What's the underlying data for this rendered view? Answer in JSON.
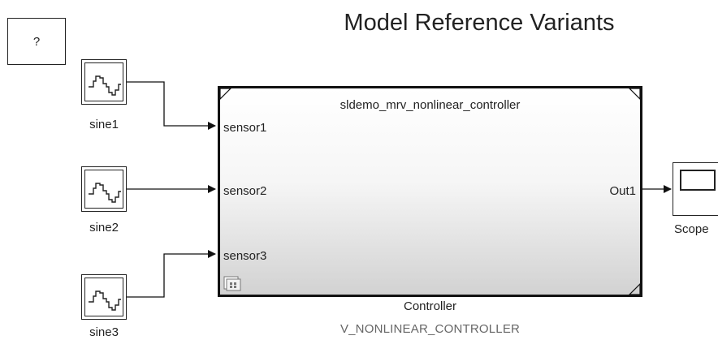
{
  "diagram": {
    "title": "Model Reference Variants",
    "help_block": {
      "label": "?"
    },
    "sources": [
      {
        "name": "sine1",
        "icon": "sine-wave-icon"
      },
      {
        "name": "sine2",
        "icon": "sine-wave-icon"
      },
      {
        "name": "sine3",
        "icon": "sine-wave-icon"
      }
    ],
    "controller": {
      "referenced_model": "sldemo_mrv_nonlinear_controller",
      "inports": [
        "sensor1",
        "sensor2",
        "sensor3"
      ],
      "outport": "Out1",
      "name": "Controller",
      "variant": "V_NONLINEAR_CONTROLLER",
      "icon": "model-reference-icon"
    },
    "scope": {
      "name": "Scope",
      "icon": "scope-screen-icon"
    }
  }
}
